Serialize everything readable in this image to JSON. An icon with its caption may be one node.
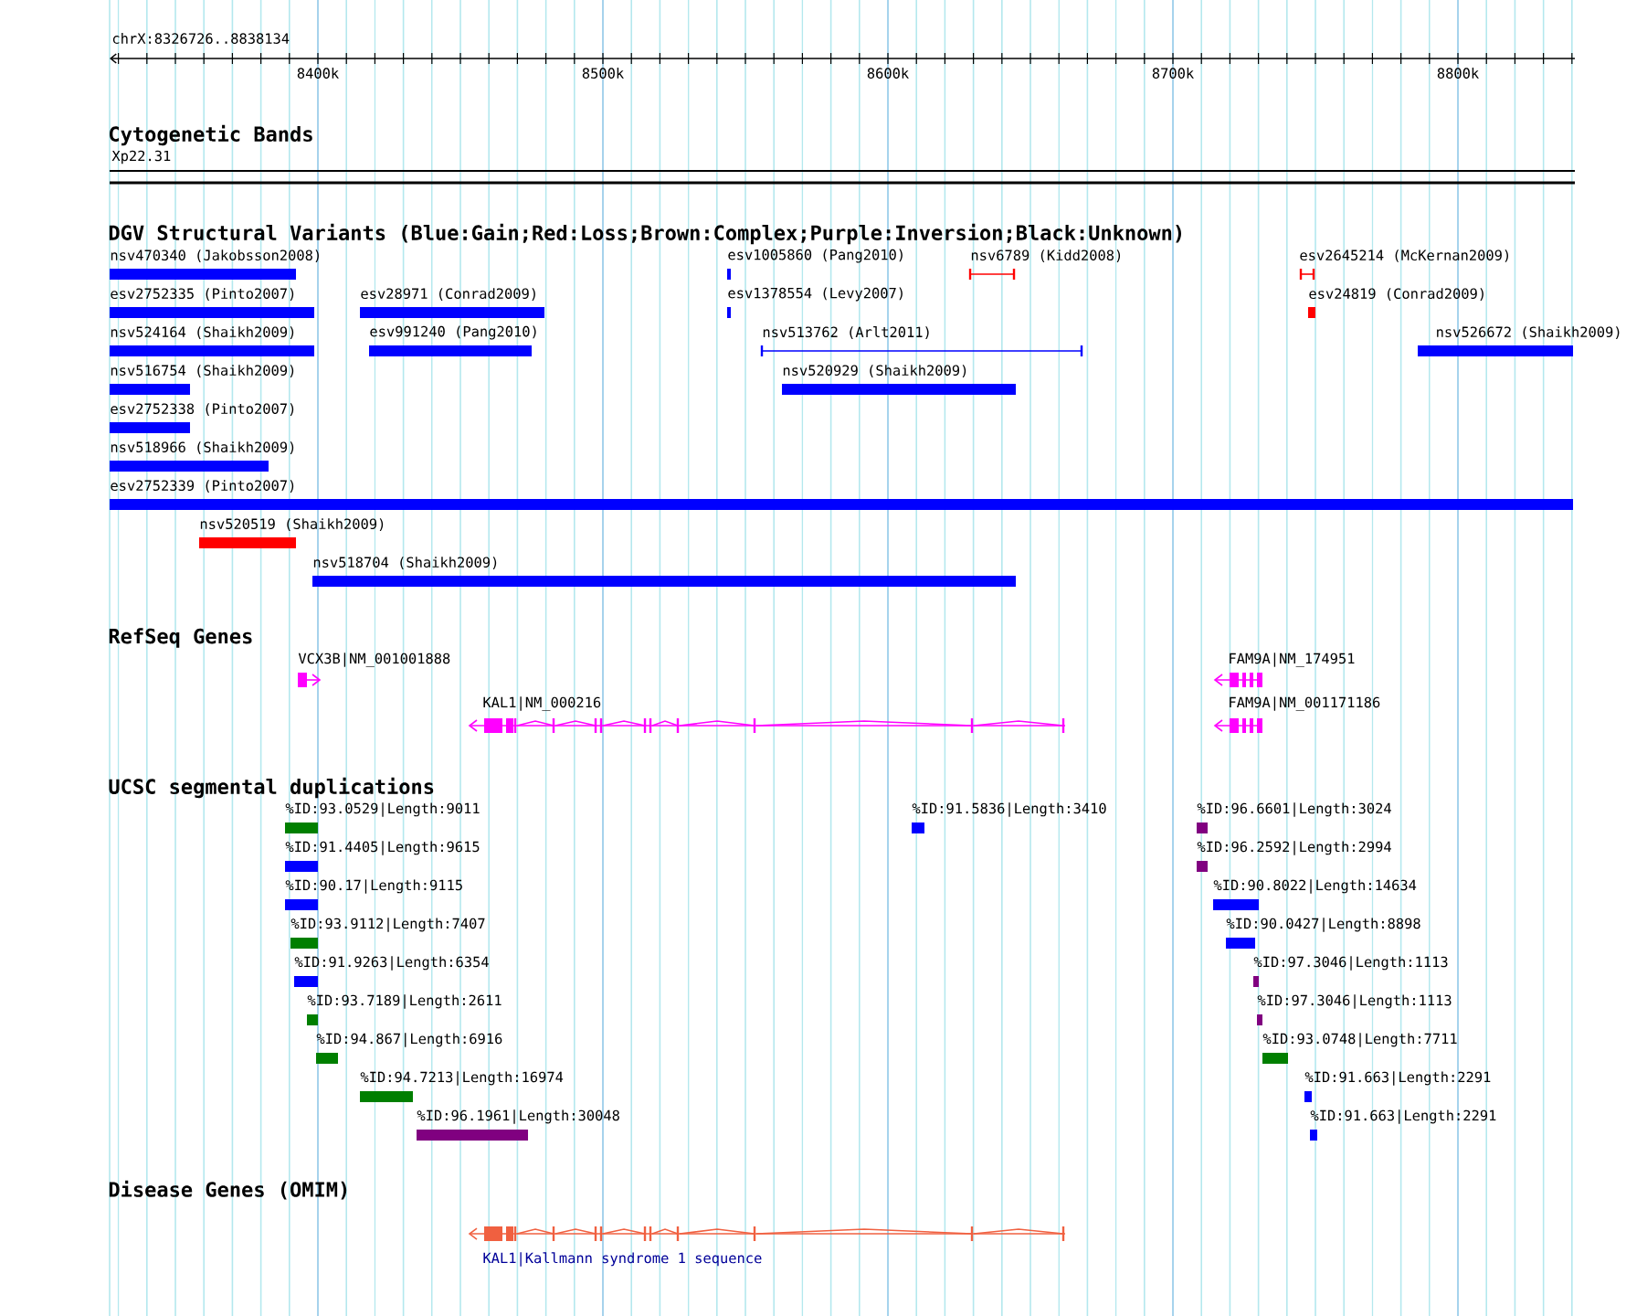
{
  "diagram": {
    "labels": [
      "chrX:8326726..8838134",
      "8400k",
      "8500k",
      "8600k",
      "8700k",
      "8800k",
      "Cytogenetic Bands",
      "Xp22.31",
      "DGV Structural Variants (Blue:Gain;Red:Loss;Brown:Complex;Purple:Inversion;Black:Unknown)",
      "nsv470340 (Jakobsson2008)",
      "esv1005860 (Pang2010)",
      "nsv6789 (Kidd2008)",
      "esv2645214 (McKernan2009)",
      "esv2752335 (Pinto2007)",
      "esv28971 (Conrad2009)",
      "esv1378554 (Levy2007)",
      "esv24819 (Conrad2009)",
      "nsv524164 (Shaikh2009)",
      "esv991240 (Pang2010)",
      "nsv513762 (Arlt2011)",
      "nsv526672 (Shaikh2009)",
      "nsv516754 (Shaikh2009)",
      "nsv520929 (Shaikh2009)",
      "esv2752338 (Pinto2007)",
      "nsv518966 (Shaikh2009)",
      "esv2752339 (Pinto2007)",
      "nsv520519 (Shaikh2009)",
      "nsv518704 (Shaikh2009)",
      "RefSeq Genes",
      "VCX3B|NM_001001888",
      "FAM9A|NM_174951",
      "KAL1|NM_000216",
      "FAM9A|NM_001171186",
      "UCSC segmental duplications",
      "%ID:93.0529|Length:9011",
      "%ID:91.5836|Length:3410",
      "%ID:96.6601|Length:3024",
      "%ID:91.4405|Length:9615",
      "%ID:96.2592|Length:2994",
      "%ID:90.17|Length:9115",
      "%ID:90.8022|Length:14634",
      "%ID:93.9112|Length:7407",
      "%ID:90.0427|Length:8898",
      "%ID:91.9263|Length:6354",
      "%ID:97.3046|Length:1113",
      "%ID:93.7189|Length:2611",
      "%ID:97.3046|Length:1113",
      "%ID:94.867|Length:6916",
      "%ID:93.0748|Length:7711",
      "%ID:94.7213|Length:16974",
      "%ID:91.663|Length:2291",
      "%ID:96.1961|Length:30048",
      "%ID:91.663|Length:2291",
      "Disease Genes (OMIM)",
      "KAL1|Kallmann syndrome 1 sequence"
    ]
  }
}
